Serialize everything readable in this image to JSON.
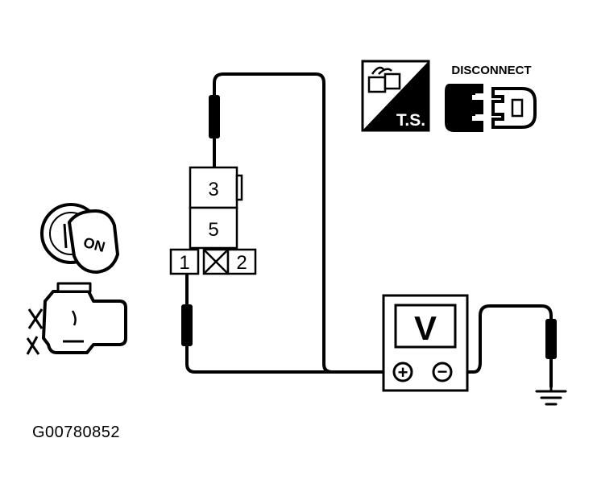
{
  "connector": {
    "pins": [
      "3",
      "5",
      "1",
      "2"
    ]
  },
  "ignition": {
    "position_label": "ON"
  },
  "meter": {
    "mode_label": "V",
    "positive_symbol": "+",
    "negative_symbol": "−"
  },
  "badges": {
    "service_label": "T.S.",
    "disconnect_label": "DISCONNECT"
  },
  "figure_id": "G00780852",
  "colors": {
    "ink": "#000000",
    "paper": "#ffffff"
  },
  "icons": [
    "ignition-key-icon",
    "engine-off-icon",
    "service-tool-icon",
    "disconnect-connector-icon",
    "ground-icon",
    "probe-icon"
  ]
}
